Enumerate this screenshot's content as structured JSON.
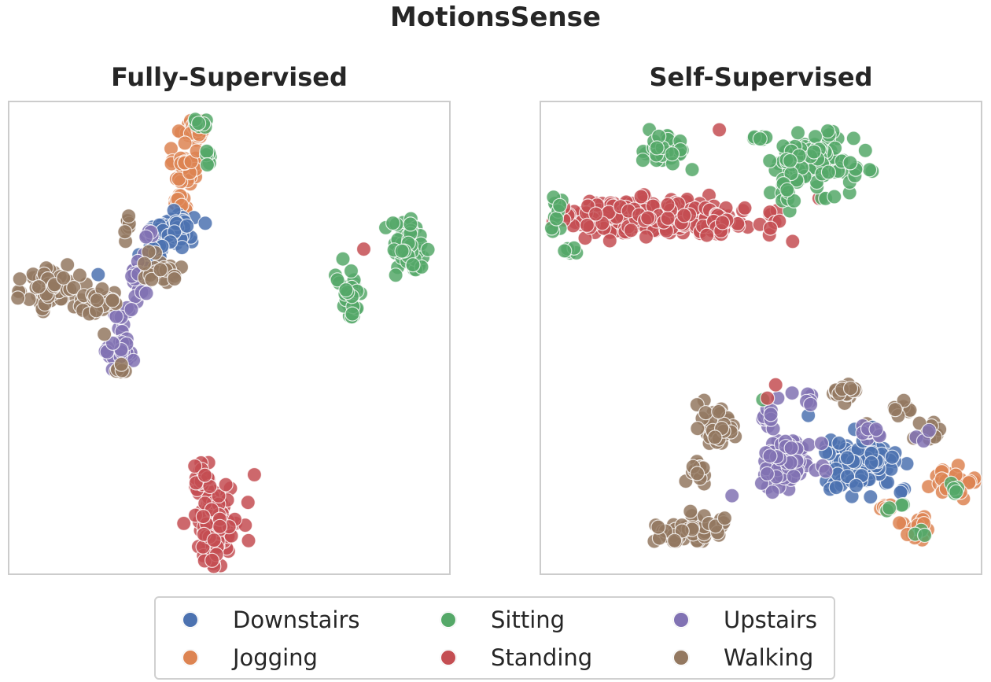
{
  "figure": {
    "title": "MotionsSense"
  },
  "colors": {
    "Downstairs": "#4c72b0",
    "Jogging": "#dd8452",
    "Sitting": "#55a868",
    "Standing": "#c44e52",
    "Upstairs": "#8172b3",
    "Walking": "#937860",
    "frame": "#cccccc"
  },
  "legend": {
    "items": [
      "Downstairs",
      "Sitting",
      "Upstairs",
      "Jogging",
      "Standing",
      "Walking"
    ]
  },
  "chart_data": [
    {
      "type": "scatter",
      "title": "Fully-Supervised",
      "xlabel": "",
      "ylabel": "",
      "xlim": [
        0,
        100
      ],
      "ylim": [
        0,
        100
      ],
      "grid": false,
      "legend_placement": "bottom-center",
      "clusters": [
        {
          "series": "Jogging",
          "cx": 42,
          "cy": 94,
          "sx": 1.6,
          "sy": 1.2,
          "n": 30
        },
        {
          "series": "Jogging",
          "cx": 40,
          "cy": 86,
          "sx": 1.3,
          "sy": 2.0,
          "n": 40
        },
        {
          "series": "Jogging",
          "cx": 39,
          "cy": 79,
          "sx": 1.0,
          "sy": 1.4,
          "n": 12
        },
        {
          "series": "Sitting",
          "cx": 43.5,
          "cy": 95,
          "sx": 1.0,
          "sy": 0.8,
          "n": 8
        },
        {
          "series": "Sitting",
          "cx": 45.5,
          "cy": 88.5,
          "sx": 0.6,
          "sy": 1.5,
          "n": 6
        },
        {
          "series": "Downstairs",
          "cx": 37.5,
          "cy": 73,
          "sx": 2.2,
          "sy": 1.5,
          "n": 70
        },
        {
          "series": "Downstairs",
          "cx": 33,
          "cy": 68,
          "sx": 1.2,
          "sy": 1.2,
          "n": 12
        },
        {
          "series": "Downstairs",
          "cx": 20.5,
          "cy": 63.5,
          "sx": 0.2,
          "sy": 0.2,
          "n": 1
        },
        {
          "series": "Upstairs",
          "cx": 29.5,
          "cy": 63,
          "sx": 1.0,
          "sy": 3.5,
          "n": 25
        },
        {
          "series": "Upstairs",
          "cx": 26,
          "cy": 54.5,
          "sx": 1.3,
          "sy": 1.2,
          "n": 12
        },
        {
          "series": "Upstairs",
          "cx": 26,
          "cy": 47,
          "sx": 1.6,
          "sy": 1.6,
          "n": 30
        },
        {
          "series": "Upstairs",
          "cx": 32,
          "cy": 71.5,
          "sx": 0.6,
          "sy": 0.5,
          "n": 5
        },
        {
          "series": "Walking",
          "cx": 10,
          "cy": 60.5,
          "sx": 3.0,
          "sy": 2.5,
          "n": 70
        },
        {
          "series": "Walking",
          "cx": 21,
          "cy": 57.5,
          "sx": 2.5,
          "sy": 1.5,
          "n": 30
        },
        {
          "series": "Walking",
          "cx": 27,
          "cy": 73,
          "sx": 0.6,
          "sy": 1.5,
          "n": 8
        },
        {
          "series": "Walking",
          "cx": 34.5,
          "cy": 64.5,
          "sx": 2.5,
          "sy": 1.3,
          "n": 25
        },
        {
          "series": "Walking",
          "cx": 25.5,
          "cy": 43.5,
          "sx": 1.0,
          "sy": 0.8,
          "n": 6
        },
        {
          "series": "Walking",
          "cx": 21.5,
          "cy": 51,
          "sx": 0.3,
          "sy": 0.3,
          "n": 1
        },
        {
          "series": "Sitting",
          "cx": 91,
          "cy": 68.5,
          "sx": 2.2,
          "sy": 3.0,
          "n": 60
        },
        {
          "series": "Sitting",
          "cx": 77.5,
          "cy": 60,
          "sx": 1.3,
          "sy": 3.0,
          "n": 35
        },
        {
          "series": "Standing",
          "cx": 80.5,
          "cy": 68.5,
          "sx": 0.2,
          "sy": 0.2,
          "n": 1
        },
        {
          "series": "Standing",
          "cx": 47,
          "cy": 11,
          "sx": 2.5,
          "sy": 4.2,
          "n": 110
        },
        {
          "series": "Standing",
          "cx": 43.5,
          "cy": 21,
          "sx": 1.0,
          "sy": 1.5,
          "n": 15
        },
        {
          "series": "Standing",
          "cx": 55.5,
          "cy": 21.5,
          "sx": 0.2,
          "sy": 0.2,
          "n": 1
        }
      ]
    },
    {
      "type": "scatter",
      "title": "Self-Supervised",
      "xlabel": "",
      "ylabel": "",
      "xlim": [
        0,
        100
      ],
      "ylim": [
        0,
        100
      ],
      "grid": false,
      "legend_placement": "bottom-center",
      "clusters": [
        {
          "series": "Standing",
          "cx": 25,
          "cy": 75.5,
          "sx": 9.5,
          "sy": 1.8,
          "n": 260
        },
        {
          "series": "Standing",
          "cx": 41,
          "cy": 74,
          "sx": 3.0,
          "sy": 1.2,
          "n": 25
        },
        {
          "series": "Standing",
          "cx": 52,
          "cy": 74.5,
          "sx": 1.5,
          "sy": 1.5,
          "n": 8
        },
        {
          "series": "Standing",
          "cx": 41,
          "cy": 94,
          "sx": 0.2,
          "sy": 0.2,
          "n": 1
        },
        {
          "series": "Standing",
          "cx": 57,
          "cy": 70.5,
          "sx": 0.2,
          "sy": 0.2,
          "n": 1
        },
        {
          "series": "Standing",
          "cx": 63,
          "cy": 79.5,
          "sx": 0.2,
          "sy": 0.2,
          "n": 1
        },
        {
          "series": "Sitting",
          "cx": 4.5,
          "cy": 76.5,
          "sx": 0.8,
          "sy": 2.5,
          "n": 12
        },
        {
          "series": "Sitting",
          "cx": 6.5,
          "cy": 68,
          "sx": 0.7,
          "sy": 0.5,
          "n": 6
        },
        {
          "series": "Sitting",
          "cx": 28,
          "cy": 89.5,
          "sx": 2.5,
          "sy": 1.8,
          "n": 40
        },
        {
          "series": "Sitting",
          "cx": 34.5,
          "cy": 85.5,
          "sx": 0.3,
          "sy": 0.3,
          "n": 1
        },
        {
          "series": "Sitting",
          "cx": 50,
          "cy": 92.5,
          "sx": 0.8,
          "sy": 0.6,
          "n": 6
        },
        {
          "series": "Sitting",
          "cx": 62,
          "cy": 87,
          "sx": 4.5,
          "sy": 2.8,
          "n": 110
        },
        {
          "series": "Sitting",
          "cx": 55.5,
          "cy": 82,
          "sx": 1.0,
          "sy": 2.5,
          "n": 14
        },
        {
          "series": "Walking",
          "cx": 69,
          "cy": 38.5,
          "sx": 1.2,
          "sy": 1.0,
          "n": 25
        },
        {
          "series": "Walking",
          "cx": 40,
          "cy": 31.5,
          "sx": 2.0,
          "sy": 2.6,
          "n": 40
        },
        {
          "series": "Walking",
          "cx": 36,
          "cy": 22,
          "sx": 1.2,
          "sy": 1.3,
          "n": 15
        },
        {
          "series": "Walking",
          "cx": 82,
          "cy": 35.5,
          "sx": 1.2,
          "sy": 0.8,
          "n": 10
        },
        {
          "series": "Walking",
          "cx": 87.5,
          "cy": 30,
          "sx": 1.5,
          "sy": 0.9,
          "n": 12
        },
        {
          "series": "Walking",
          "cx": 35,
          "cy": 9.5,
          "sx": 4.5,
          "sy": 1.5,
          "n": 55
        },
        {
          "series": "Walking",
          "cx": 74,
          "cy": 30.5,
          "sx": 0.8,
          "sy": 0.6,
          "n": 4
        },
        {
          "series": "Downstairs",
          "cx": 72.5,
          "cy": 23.5,
          "sx": 4.0,
          "sy": 2.3,
          "n": 130
        },
        {
          "series": "Downstairs",
          "cx": 69.5,
          "cy": 19.5,
          "sx": 2.0,
          "sy": 1.0,
          "n": 10
        },
        {
          "series": "Downstairs",
          "cx": 60.5,
          "cy": 33.5,
          "sx": 0.3,
          "sy": 0.3,
          "n": 1
        },
        {
          "series": "Downstairs",
          "cx": 81.5,
          "cy": 18,
          "sx": 0.5,
          "sy": 0.4,
          "n": 3
        },
        {
          "series": "Upstairs",
          "cx": 56,
          "cy": 24,
          "sx": 3.2,
          "sy": 2.6,
          "n": 80
        },
        {
          "series": "Upstairs",
          "cx": 52,
          "cy": 33,
          "sx": 1.2,
          "sy": 1.0,
          "n": 12
        },
        {
          "series": "Upstairs",
          "cx": 60,
          "cy": 38,
          "sx": 1.5,
          "sy": 0.8,
          "n": 8
        },
        {
          "series": "Upstairs",
          "cx": 75.5,
          "cy": 30,
          "sx": 1.3,
          "sy": 0.8,
          "n": 10
        },
        {
          "series": "Upstairs",
          "cx": 87,
          "cy": 29.5,
          "sx": 0.8,
          "sy": 0.5,
          "n": 3
        },
        {
          "series": "Jogging",
          "cx": 92,
          "cy": 19,
          "sx": 3.0,
          "sy": 1.5,
          "n": 25
        },
        {
          "series": "Jogging",
          "cx": 77.5,
          "cy": 14,
          "sx": 1.0,
          "sy": 0.6,
          "n": 8
        },
        {
          "series": "Jogging",
          "cx": 86,
          "cy": 10,
          "sx": 1.8,
          "sy": 1.5,
          "n": 20
        },
        {
          "series": "Sitting",
          "cx": 93.5,
          "cy": 17.5,
          "sx": 1.0,
          "sy": 1.0,
          "n": 5
        },
        {
          "series": "Sitting",
          "cx": 82,
          "cy": 14.5,
          "sx": 0.4,
          "sy": 0.4,
          "n": 2
        },
        {
          "series": "Sitting",
          "cx": 78,
          "cy": 14,
          "sx": 0.4,
          "sy": 0.3,
          "n": 2
        },
        {
          "series": "Sitting",
          "cx": 87,
          "cy": 8.5,
          "sx": 1.5,
          "sy": 0.8,
          "n": 3
        },
        {
          "series": "Sitting",
          "cx": 50.5,
          "cy": 37.5,
          "sx": 0.3,
          "sy": 0.3,
          "n": 1
        },
        {
          "series": "Standing",
          "cx": 54,
          "cy": 40.5,
          "sx": 0.3,
          "sy": 0.3,
          "n": 1
        },
        {
          "series": "Standing",
          "cx": 51.5,
          "cy": 37.5,
          "sx": 0.3,
          "sy": 0.3,
          "n": 1
        }
      ]
    }
  ]
}
